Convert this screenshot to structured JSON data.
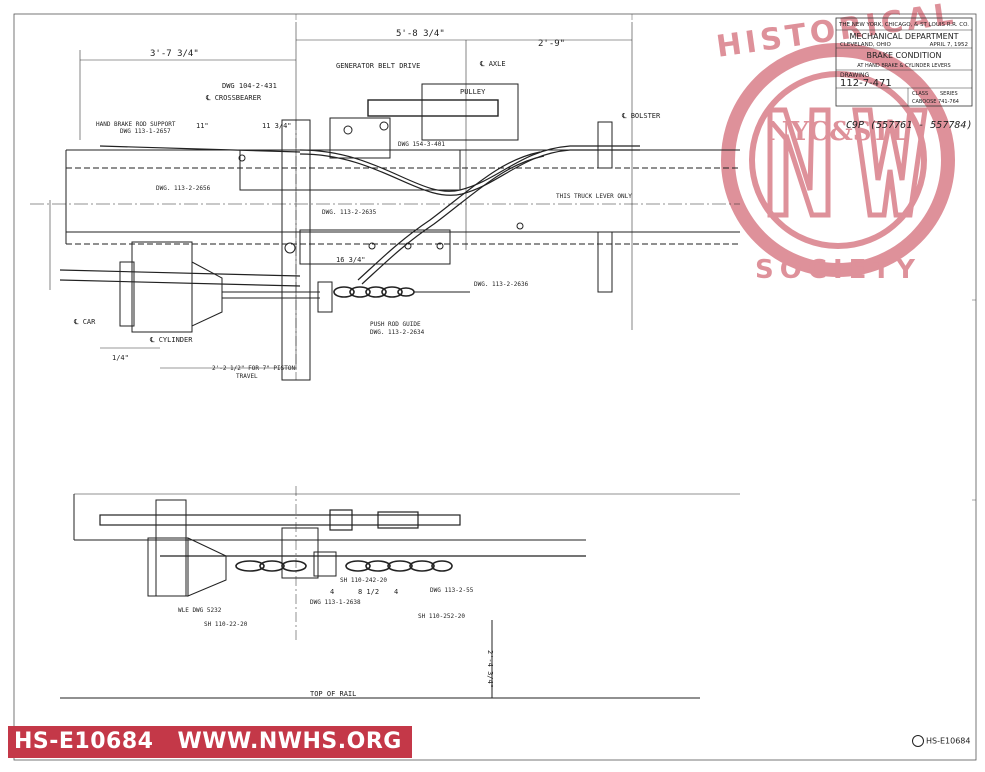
{
  "title_block": {
    "railroad": "THE NEW YORK, CHICAGO, & ST LOUIS R.R. CO.",
    "department": "MECHANICAL DEPARTMENT",
    "location": "CLEVELAND, OHIO",
    "date": "APRIL 7, 1952",
    "drawing_title": "BRAKE CONDITION",
    "drawing_subtitle": "AT HAND BRAKE & CYLINDER LEVERS",
    "drawing_label": "DRAWING",
    "drawing_number": "112-7-471",
    "class_label": "CLASS",
    "series_label": "SERIES",
    "class_series": "CABOOSE 741-764"
  },
  "car_numbers": "C9P (557761 - 557784)",
  "watermark": {
    "arc_top": "HISTORICAL",
    "arc_bottom": "SOCIETY",
    "monogram": "NYC&STL"
  },
  "upper_view_labels": {
    "dim_3_7": "3'-7 3/4\"",
    "dim_5_8": "5'-8 3/4\"",
    "dim_2_9": "2'-9\"",
    "generator_belt_drive": "GENERATOR BELT DRIVE",
    "axle": "℄ AXLE",
    "pulley": "PULLEY",
    "bolster": "℄ BOLSTER",
    "dwg_104": "DWG 104-2-431",
    "crossbearer": "℄ CROSSBEARER",
    "hand_brake_support": "HAND BRAKE ROD SUPPORT",
    "dwg_113_1_2657": "DWG 113-1-2657",
    "dwg_154": "DWG 154-3-401",
    "dwg_113_2_2656": "DWG. 113-2-2656",
    "truck_lever": "THIS TRUCK LEVER ONLY",
    "dwg_113_2_2635": "DWG. 113-2-2635",
    "dwg_113_2_2636": "DWG. 113-2-2636",
    "push_rod_guide": "PUSH ROD GUIDE",
    "dwg_113_2_2634": "DWG. 113-2-2634",
    "car_centerline": "℄ CAR",
    "cylinder_centerline": "℄ CYLINDER",
    "piston_travel_1": "2'-2 1/2\" FOR 7\" PISTON",
    "piston_travel_2": "TRAVEL",
    "dim_11": "11\"",
    "dim_11_3_4": "11 3/4\"",
    "dim_16_3_4": "16 3/4\"",
    "dim_1_4": "1/4\""
  },
  "lower_view_labels": {
    "wle": "WLE DWG 5232",
    "sh_110_22": "SH 110-22-20",
    "sh_110_242": "SH 110-242-20",
    "dwg_113_1_2638": "DWG 113-1-2638",
    "dwg_113_2_55": "DWG 113-2-55",
    "sh_110_252": "SH 110-252-20",
    "dim_4": "4",
    "dim_8_1_2": "8 1/2",
    "dim_4b": "4",
    "top_of_rail": "TOP OF RAIL",
    "height_dim": "2'-4 3/4\""
  },
  "footer": {
    "id": "HS-E10684",
    "url": "WWW.NWHS.ORG",
    "corner_id": "HS-E10684"
  },
  "colors": {
    "watermark": "#c43848",
    "ink": "#222222",
    "footer_bg": "#c43848",
    "footer_text": "#ffffff"
  }
}
